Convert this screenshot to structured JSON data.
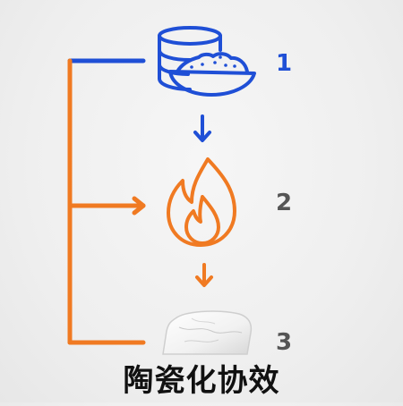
{
  "steps": [
    {
      "number": "1",
      "icon": "material-bowl-icon",
      "color": "#1f4fd6"
    },
    {
      "number": "2",
      "icon": "flame-icon",
      "color": "#f07a22"
    },
    {
      "number": "3",
      "icon": "ceramic-block-icon",
      "color": "#5a5a5a"
    }
  ],
  "caption": "陶瓷化协效",
  "colors": {
    "blue": "#1f4fd6",
    "orange": "#f07a22",
    "number_gray": "#555555"
  }
}
